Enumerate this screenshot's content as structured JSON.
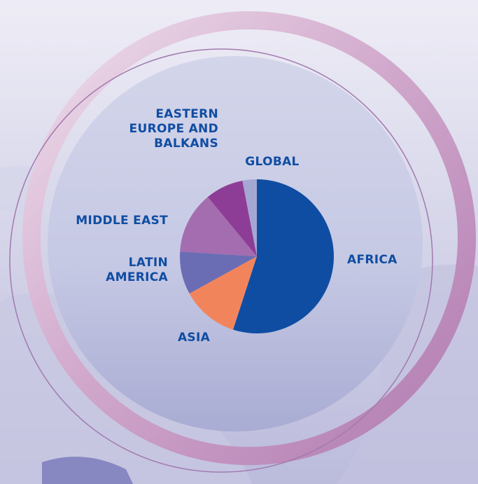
{
  "chart_data": {
    "type": "pie",
    "start_angle_deg": 0,
    "direction": "clockwise",
    "slices": [
      {
        "label_lines": [
          "AFRICA"
        ],
        "value": 55,
        "color": "#0f4da2"
      },
      {
        "label_lines": [
          "ASIA"
        ],
        "value": 12,
        "color": "#f2845c"
      },
      {
        "label_lines": [
          "LATIN",
          "AMERICA"
        ],
        "value": 9,
        "color": "#6a6db3"
      },
      {
        "label_lines": [
          "MIDDLE EAST"
        ],
        "value": 13,
        "color": "#a46daf"
      },
      {
        "label_lines": [
          "EASTERN",
          "EUROPE AND",
          "BALKANS"
        ],
        "value": 8,
        "color": "#8e3d96"
      },
      {
        "label_lines": [
          "GLOBAL"
        ],
        "value": 3,
        "color": "#a5a7d3"
      }
    ],
    "label_color": "#0f4da2"
  }
}
